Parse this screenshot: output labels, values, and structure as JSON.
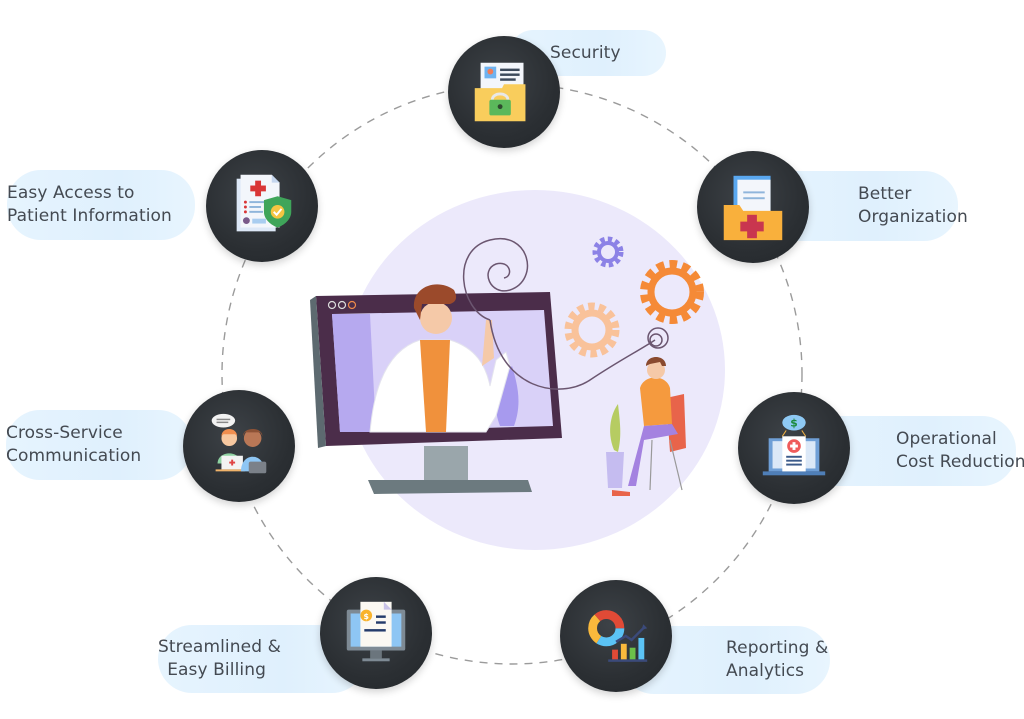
{
  "diagram": {
    "type": "radial-feature-diagram",
    "center": {
      "description": "Telemedicine illustration: doctor on monitor screen communicating with seated patient, gears and thread connecting them",
      "monitor_window_dots": 3
    },
    "features": [
      {
        "id": "security",
        "lines": [
          "Security"
        ],
        "icon": "secure-folder-icon",
        "position": "top"
      },
      {
        "id": "better-organization",
        "lines": [
          "Better",
          "Organization"
        ],
        "icon": "medical-folder-icon",
        "position": "top-right"
      },
      {
        "id": "operational-cost-reduction",
        "lines": [
          "Operational",
          "Cost Reduction"
        ],
        "icon": "cloud-cost-laptop-icon",
        "position": "right"
      },
      {
        "id": "reporting-analytics",
        "lines": [
          "Reporting &",
          "Analytics"
        ],
        "icon": "analytics-chart-icon",
        "position": "bottom-right"
      },
      {
        "id": "streamlined-billing",
        "lines": [
          "Streamlined &",
          "Easy Billing"
        ],
        "icon": "billing-monitor-icon",
        "position": "bottom-left"
      },
      {
        "id": "cross-service-communication",
        "lines": [
          "Cross-Service",
          "Communication"
        ],
        "icon": "people-chat-icon",
        "position": "left"
      },
      {
        "id": "easy-access-patient-info",
        "lines": [
          "Easy Access to",
          "Patient Information"
        ],
        "icon": "patient-record-shield-icon",
        "position": "top-left"
      }
    ]
  },
  "colors": {
    "pill_background": "#e3f2fe",
    "badge_background": "#2b2f33",
    "text": "#444a52",
    "center_circle": "#ece9fb",
    "accent_orange": "#f5893a",
    "accent_purple": "#8c7ee8",
    "dashed_ring": "#9a9a9a"
  }
}
